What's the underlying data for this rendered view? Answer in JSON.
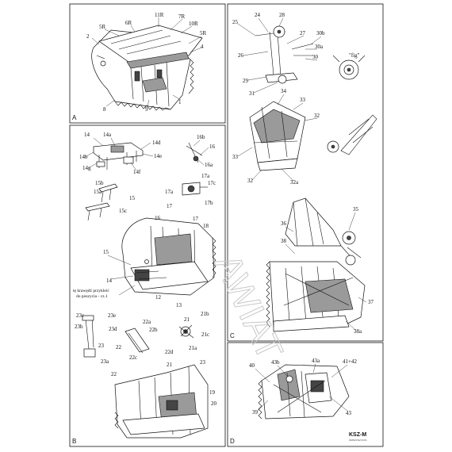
{
  "panels": {
    "A": {
      "letter": "A",
      "labels": [
        "5R",
        "6R",
        "11R",
        "7R",
        "10R",
        "2",
        "5R",
        "4",
        "8",
        "9",
        "1"
      ]
    },
    "B": {
      "letter": "B",
      "labels": [
        "14",
        "14a",
        "14d",
        "14b",
        "14e",
        "14g",
        "14f",
        "16b",
        "16",
        "16a",
        "15b",
        "15a",
        "15",
        "15c",
        "17a",
        "17c",
        "17a",
        "17",
        "17b",
        "16",
        "17",
        "18",
        "15",
        "14",
        "12",
        "13",
        "23c",
        "23e",
        "23b",
        "23d",
        "23",
        "23a",
        "22a",
        "22b",
        "22",
        "22c",
        "22d",
        "21",
        "21b",
        "21c",
        "21a",
        "22",
        "21",
        "23",
        "19",
        "20"
      ],
      "note_lines": [
        "tę krawędź przykleić",
        "do poszycia - cz.1"
      ]
    },
    "C": {
      "letter": "C",
      "labels": [
        "24",
        "28",
        "25",
        "27",
        "30b",
        "26",
        "30a",
        "30",
        "29",
        "31",
        "\"fig\"",
        "34",
        "33",
        "32",
        "33",
        "32a",
        "32",
        "35",
        "36",
        "38",
        "37",
        "38a"
      ]
    },
    "D": {
      "letter": "D",
      "labels": [
        "40",
        "43b",
        "43a",
        "41+42",
        "39",
        "43"
      ]
    }
  },
  "brand": {
    "logo": "KSZ-M",
    "tagline": "WWW.KSZ-M.PL"
  },
  "watermark": "AWIAT"
}
